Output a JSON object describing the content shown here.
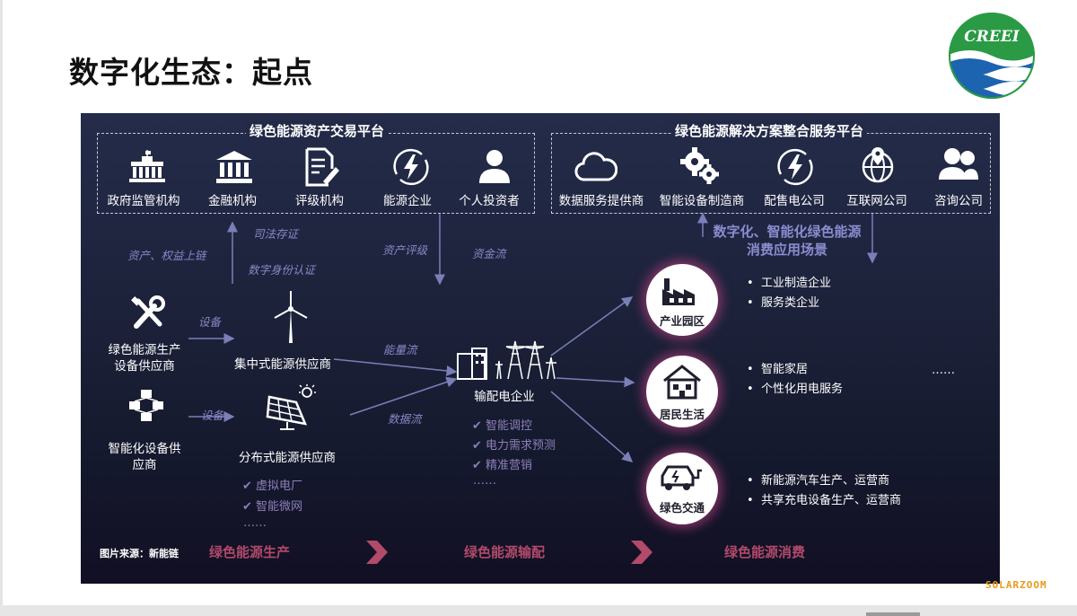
{
  "slide": {
    "title": "数字化生态：起点",
    "logo_text": "CREEI",
    "watermark": "SOLARZOOM"
  },
  "colors": {
    "panel_bg": "#1c2139",
    "flow_label": "#8b86c7",
    "stage_label": "#b24a6a",
    "chevron": "#b24a6a",
    "logo_green": "#2a9a45",
    "logo_blue": "#1d64b0",
    "watermark": "#e79a1a"
  },
  "asset_platform": {
    "title": "绿色能源资产交易平台",
    "members": [
      {
        "label": "政府监管机构",
        "icon": "government-building-icon"
      },
      {
        "label": "金融机构",
        "icon": "bank-icon"
      },
      {
        "label": "评级机构",
        "icon": "document-edit-icon"
      },
      {
        "label": "能源企业",
        "icon": "energy-bolt-icon"
      },
      {
        "label": "个人投资者",
        "icon": "person-icon"
      }
    ]
  },
  "solution_platform": {
    "title": "绿色能源解决方案整合服务平台",
    "members": [
      {
        "label": "数据服务提供商",
        "icon": "cloud-icon"
      },
      {
        "label": "智能设备制造商",
        "icon": "gears-icon"
      },
      {
        "label": "配售电公司",
        "icon": "energy-bolt-icon"
      },
      {
        "label": "互联网公司",
        "icon": "globe-pin-icon"
      },
      {
        "label": "咨询公司",
        "icon": "people-icon"
      }
    ]
  },
  "flows": {
    "judicial_storage": "司法存证",
    "asset_rights": "资产、权益上链",
    "digital_identity": "数字身份认证",
    "asset_rating": "资产评级",
    "capital_flow": "资金流",
    "equipment_1": "设备",
    "equipment_2": "设备",
    "energy_flow": "能量流",
    "data_flow": "数据流"
  },
  "scenario_title": {
    "line1": "数字化、智能化绿色能源",
    "line2": "消费应用场景"
  },
  "production": {
    "green_supplier": {
      "label_line1": "绿色能源生产",
      "label_line2": "设备供应商",
      "icon": "tools-icon"
    },
    "smart_supplier": {
      "label_line1": "智能化设备供",
      "label_line2": "应商",
      "icon": "network-device-icon"
    },
    "centralized": {
      "label": "集中式能源供应商",
      "icon": "wind-turbine-icon"
    },
    "distributed": {
      "label": "分布式能源供应商",
      "icon": "solar-panel-icon",
      "items": [
        "虚拟电厂",
        "智能微网"
      ],
      "more": "……"
    }
  },
  "distribution": {
    "label": "输配电企业",
    "icon": "power-grid-icon",
    "items": [
      "智能调控",
      "电力需求预测",
      "精准营销"
    ],
    "more": "……"
  },
  "scenarios": [
    {
      "label": "产业园区",
      "icon": "factory-icon",
      "items": [
        "工业制造企业",
        "服务类企业"
      ]
    },
    {
      "label": "居民生活",
      "icon": "house-icon",
      "items": [
        "智能家居",
        "个性化用电服务"
      ],
      "more": "……"
    },
    {
      "label": "绿色交通",
      "icon": "ev-car-icon",
      "items": [
        "新能源汽车生产、运营商",
        "共享充电设备生产、运营商"
      ]
    }
  ],
  "stages": {
    "source_note": "图片来源：新能链",
    "production": "绿色能源生产",
    "distribution": "绿色能源输配",
    "consumption": "绿色能源消费"
  }
}
